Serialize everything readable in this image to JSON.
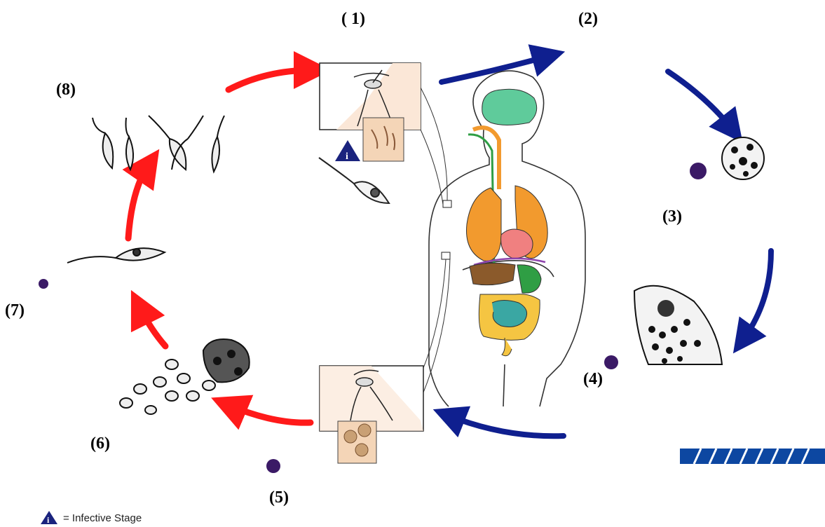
{
  "step_labels": [
    "( 1)",
    "(2)",
    "(3)",
    "(4)",
    "(5)",
    "(6)",
    "(7)",
    "(8)"
  ],
  "legend": {
    "text": "= Infective Stage"
  },
  "colors": {
    "human_phase_arrow": "#0f1f8f",
    "vector_phase_arrow": "#ff1a1a",
    "infective_icon": "#1a237e",
    "brain": "#5fcb9b",
    "lungs": "#f29a2e",
    "heart": "#f08080",
    "liver": "#8b5a2b",
    "stomach": "#2f9e44",
    "large_intestine": "#f5c542",
    "small_intestine": "#3aa7a3",
    "vector_box_fill": "#fbe7d7"
  }
}
